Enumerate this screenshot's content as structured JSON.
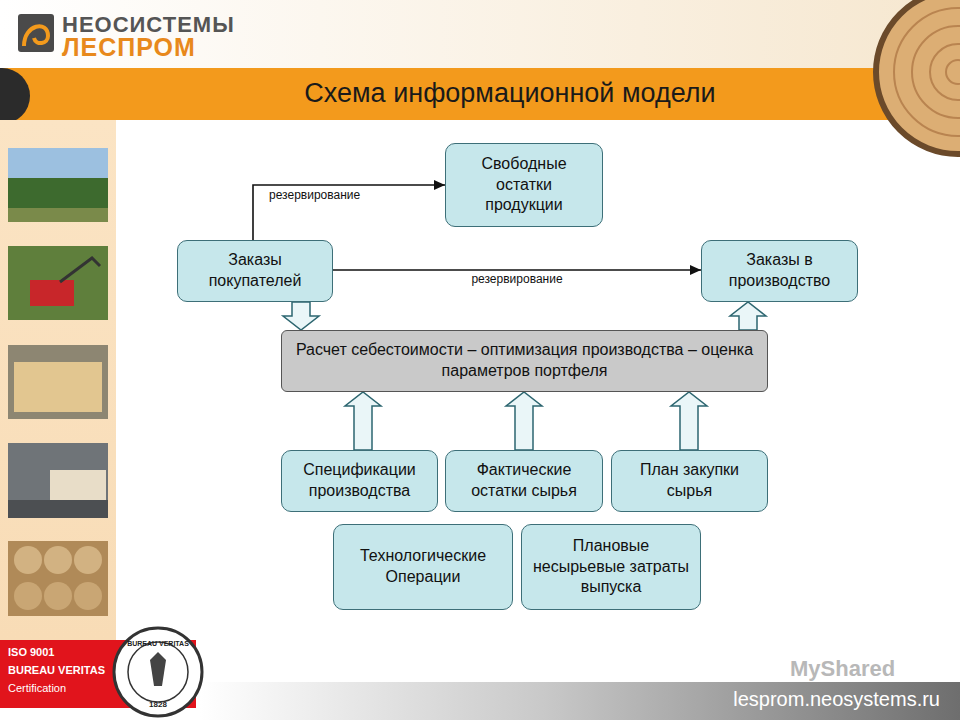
{
  "diagram": {
    "title": "Схема информационной модели",
    "nodes": [
      {
        "text": [
          "Свободные остатки продукции"
        ]
      },
      {
        "text": [
          "Заказы покупателей"
        ]
      },
      {
        "text": [
          "Заказы в производство"
        ]
      },
      {
        "text": [
          "Расчет себестоимости – оптимизация производства – оценка параметров портфеля"
        ]
      },
      {
        "text": [
          "Спецификации производства"
        ]
      },
      {
        "text": [
          "Фактические остатки сырья"
        ]
      },
      {
        "text": [
          "План закупки сырья"
        ]
      },
      {
        "text": [
          "Технологические Операции"
        ]
      },
      {
        "text": [
          "Плановые несырьевые затраты выпуска"
        ]
      }
    ],
    "edges": [
      {
        "from": 1,
        "to": 0,
        "arrow": "to",
        "label": "резервирование"
      },
      {
        "from": 1,
        "to": 2,
        "arrow": "to",
        "label": "резервирование"
      },
      {
        "from": 1,
        "to": 3,
        "arrow": "to"
      },
      {
        "from": 3,
        "to": 2,
        "arrow": "to"
      },
      {
        "from": 4,
        "to": 3,
        "arrow": "to"
      },
      {
        "from": 5,
        "to": 3,
        "arrow": "to"
      },
      {
        "from": 6,
        "to": 3,
        "arrow": "to"
      }
    ],
    "labels": [
      "НЕОСИСТЕМЫ",
      "ЛЕСПРОМ",
      "ISO 9001",
      "BUREAU VERITAS",
      "Certification",
      "BUREAU VERITAS",
      "1828",
      "MyShared",
      "lesprom.neosystems.ru"
    ]
  }
}
